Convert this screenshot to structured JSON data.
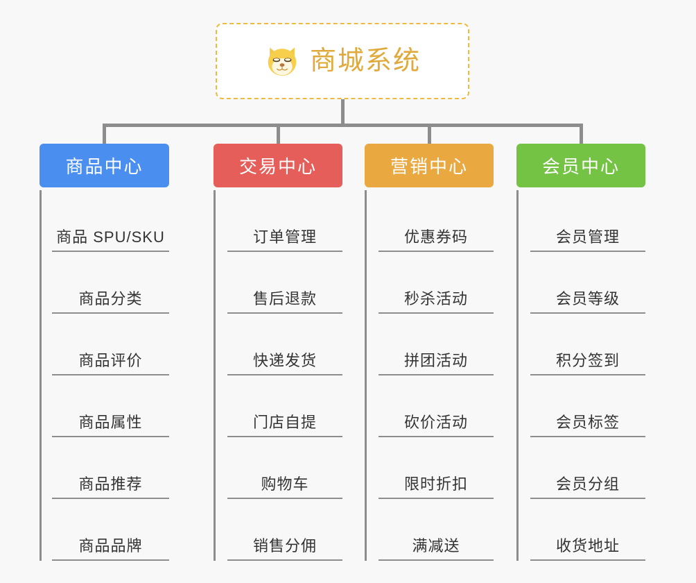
{
  "root": {
    "title": "商城系统",
    "icon": "shiba-dog-face-icon",
    "border_color": "#efb83e",
    "text_color": "#e0a93b"
  },
  "categories": [
    {
      "label": "商品中心",
      "color": "#4a8ef0",
      "items": [
        "商品 SPU/SKU",
        "商品分类",
        "商品评价",
        "商品属性",
        "商品推荐",
        "商品品牌"
      ]
    },
    {
      "label": "交易中心",
      "color": "#e55e5a",
      "items": [
        "订单管理",
        "售后退款",
        "快递发货",
        "门店自提",
        "购物车",
        "销售分佣"
      ]
    },
    {
      "label": "营销中心",
      "color": "#eaa940",
      "items": [
        "优惠券码",
        "秒杀活动",
        "拼团活动",
        "砍价活动",
        "限时折扣",
        "满减送"
      ]
    },
    {
      "label": "会员中心",
      "color": "#74c344",
      "items": [
        "会员管理",
        "会员等级",
        "积分签到",
        "会员标签",
        "会员分组",
        "收货地址"
      ]
    }
  ],
  "connector_color": "#8d8d8d",
  "background_color": "#f8f8f8"
}
